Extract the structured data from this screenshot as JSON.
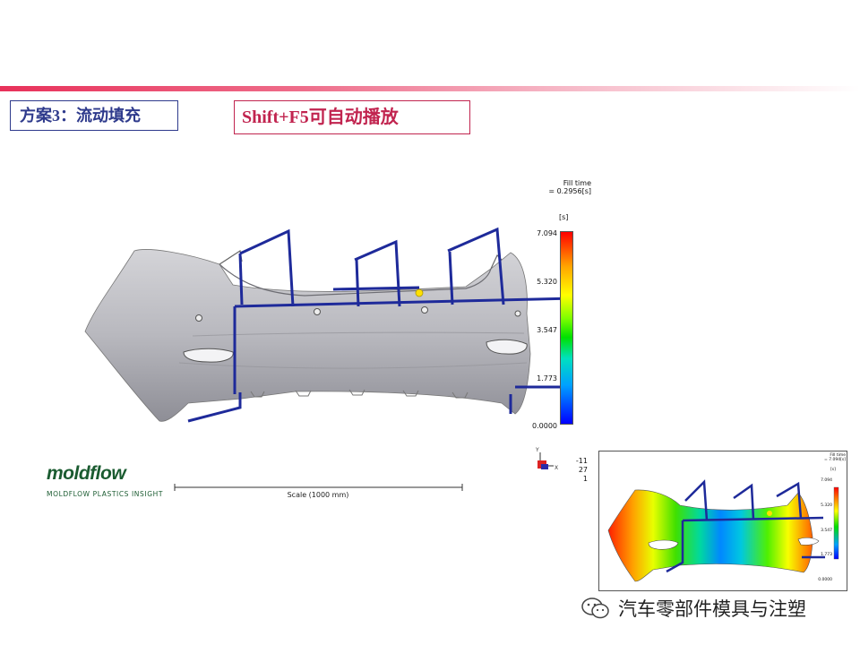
{
  "header": {
    "scheme_label": "方案3：流动填充",
    "shortcut_label": "Shift+F5可自动播放"
  },
  "legend": {
    "title_line1": "Fill time",
    "title_line2": "= 0.2956[s]",
    "unit": "[s]",
    "ticks": [
      "7.094",
      "5.320",
      "3.547",
      "1.773",
      "0.0000"
    ]
  },
  "scale": {
    "label": "Scale (1000 mm)"
  },
  "orientation": {
    "values": [
      "-11",
      "27",
      "1"
    ]
  },
  "logo": {
    "word": "moldflow",
    "subtitle": "MOLDFLOW PLASTICS INSIGHT"
  },
  "thumbnail": {
    "title_line1": "Fill time",
    "title_line2": "= 7.094[s]",
    "unit": "[s]",
    "ticks": [
      "7.094",
      "5.320",
      "3.547",
      "1.773",
      "0.0000"
    ]
  },
  "watermark": {
    "text": "汽车零部件模具与注塑",
    "icon": "wechat-icon"
  },
  "colors": {
    "accent_pink": "#c1244f",
    "accent_blue": "#2e3a8c",
    "runner_blue": "#1e2a9a",
    "logo_green": "#1a5b30"
  }
}
